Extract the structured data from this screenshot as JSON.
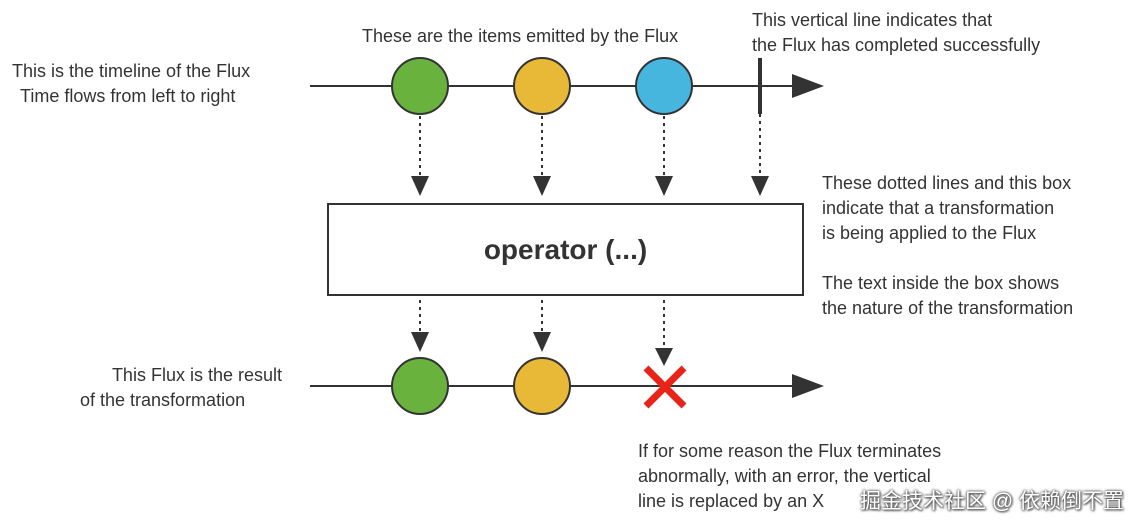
{
  "colors": {
    "line": "#333333",
    "green": "#6ab23e",
    "yellow": "#e8b937",
    "blue": "#47b6de",
    "error": "#e8231a"
  },
  "source_flux": {
    "items": [
      "green",
      "yellow",
      "blue"
    ],
    "completed": true
  },
  "result_flux": {
    "items": [
      "green",
      "yellow"
    ],
    "error": true
  },
  "operator": {
    "label": "operator (...)"
  },
  "annotations": {
    "items_emitted": "These are the items emitted by the Flux",
    "completion": [
      "This vertical line indicates that",
      "the Flux has completed successfully"
    ],
    "timeline": [
      "This is the timeline of the Flux",
      "Time flows from left to right"
    ],
    "transformation_box": [
      "These dotted lines and this box",
      "indicate that a transformation",
      "is being applied to the Flux"
    ],
    "box_text": [
      "The text inside the box shows",
      "the nature of the transformation"
    ],
    "result": [
      "This Flux is the result",
      "of the transformation"
    ],
    "error": [
      "If for some reason the Flux terminates",
      "abnormally, with an error, the vertical",
      "line is replaced by an X"
    ]
  },
  "watermark": "掘金技术社区 @ 依赖倒不置"
}
